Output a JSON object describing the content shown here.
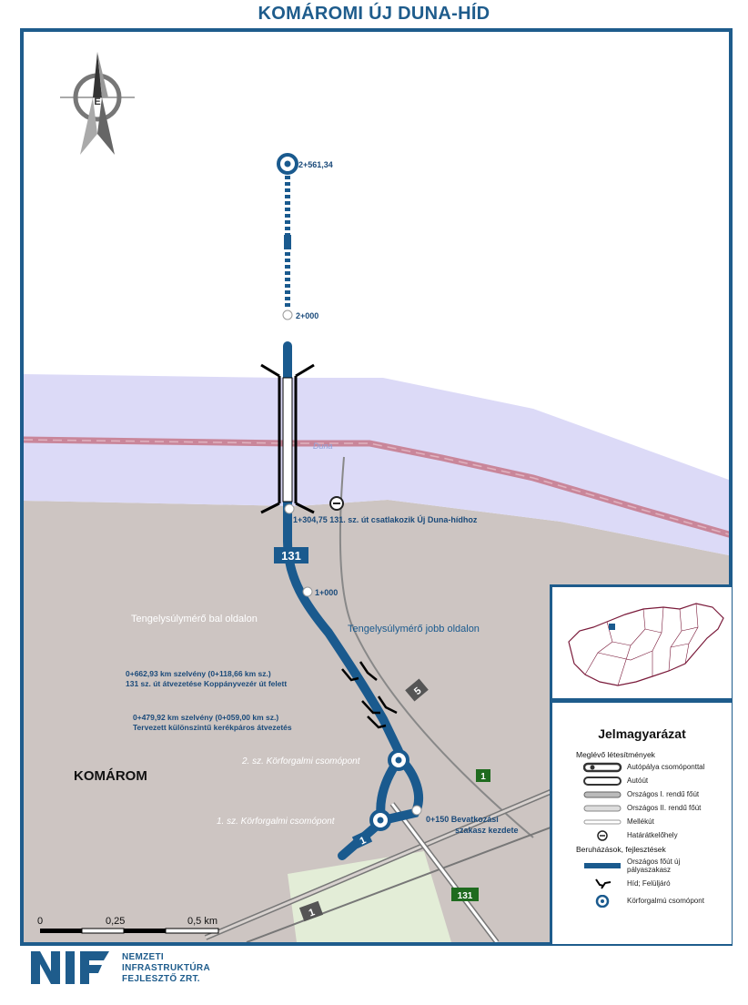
{
  "title": "KOMÁROMI ÚJ DUNA-HÍD",
  "compass": {
    "letter": "É"
  },
  "map_labels": {
    "km_end": "2+561,34",
    "km_2000": "2+000",
    "km_1304": "1+304,75 131. sz. út csatlakozik Új Duna-hídhoz",
    "km_1000": "1+000",
    "road_131": "131",
    "road_131_lower": "131",
    "road_5": "5",
    "road_1_a": "1",
    "road_1_b": "1",
    "road_1_c": "1",
    "weigh_left": "Tengelysúlymérő bal oldalon",
    "weigh_right": "Tengelysúlymérő jobb oldalon",
    "crossing_1_line1": "0+662,93 km szelvény (0+118,66 km sz.)",
    "crossing_1_line2": "131 sz. út átvezetése Koppányvezér út felett",
    "crossing_2_line1": "0+479,92 km szelvény (0+059,00 km sz.)",
    "crossing_2_line2": "Tervezett különszintű kerékpáros átvezetés",
    "roundabout_2": "2. sz. Körforgalmi csomópont",
    "roundabout_1": "1. sz. Körforgalmi csomópont",
    "km_0150_line1": "0+150 Bevatkozási",
    "km_0150_line2": "szakasz kezdete",
    "city": "KOMÁROM",
    "river": "Duna"
  },
  "scale_bar": {
    "labels": [
      "0",
      "0,25",
      "0,5 km"
    ]
  },
  "legend": {
    "title": "Jelmagyarázat",
    "section_existing": "Meglévő létesítmények",
    "existing": [
      {
        "label": "Autópálya csomóponttal",
        "symbol": "motorway"
      },
      {
        "label": "Autóút",
        "symbol": "expressway"
      },
      {
        "label": "Országos I. rendű főút",
        "symbol": "main-road-1"
      },
      {
        "label": "Országos II. rendű főút",
        "symbol": "main-road-2"
      },
      {
        "label": "Mellékút",
        "symbol": "minor-road"
      },
      {
        "label": "Határátkelőhely",
        "symbol": "border-crossing"
      }
    ],
    "section_projects": "Beruházások, fejlesztések",
    "projects": [
      {
        "label_line1": "Országos főút      új",
        "label_line2": "pályaszakasz",
        "symbol": "new-road"
      },
      {
        "label": "Híd; Felüljáró",
        "symbol": "bridge"
      },
      {
        "label": "Körforgalmú csomópont",
        "symbol": "roundabout"
      }
    ]
  },
  "footer": {
    "org_line1": "NEMZETI",
    "org_line2": "INFRASTRUKTÚRA",
    "org_line3": "FEJLESZTŐ ZRT."
  },
  "colors": {
    "frame": "#1e5c8c",
    "route": "#1a5a8e",
    "land": "#cdc5c2",
    "river": "#dcdaf7",
    "border": "#c9869a",
    "green": "#e3edd7",
    "road": "#777777",
    "road_shield_gray": "#555555",
    "road_shield_green": "#1f6b1f"
  }
}
